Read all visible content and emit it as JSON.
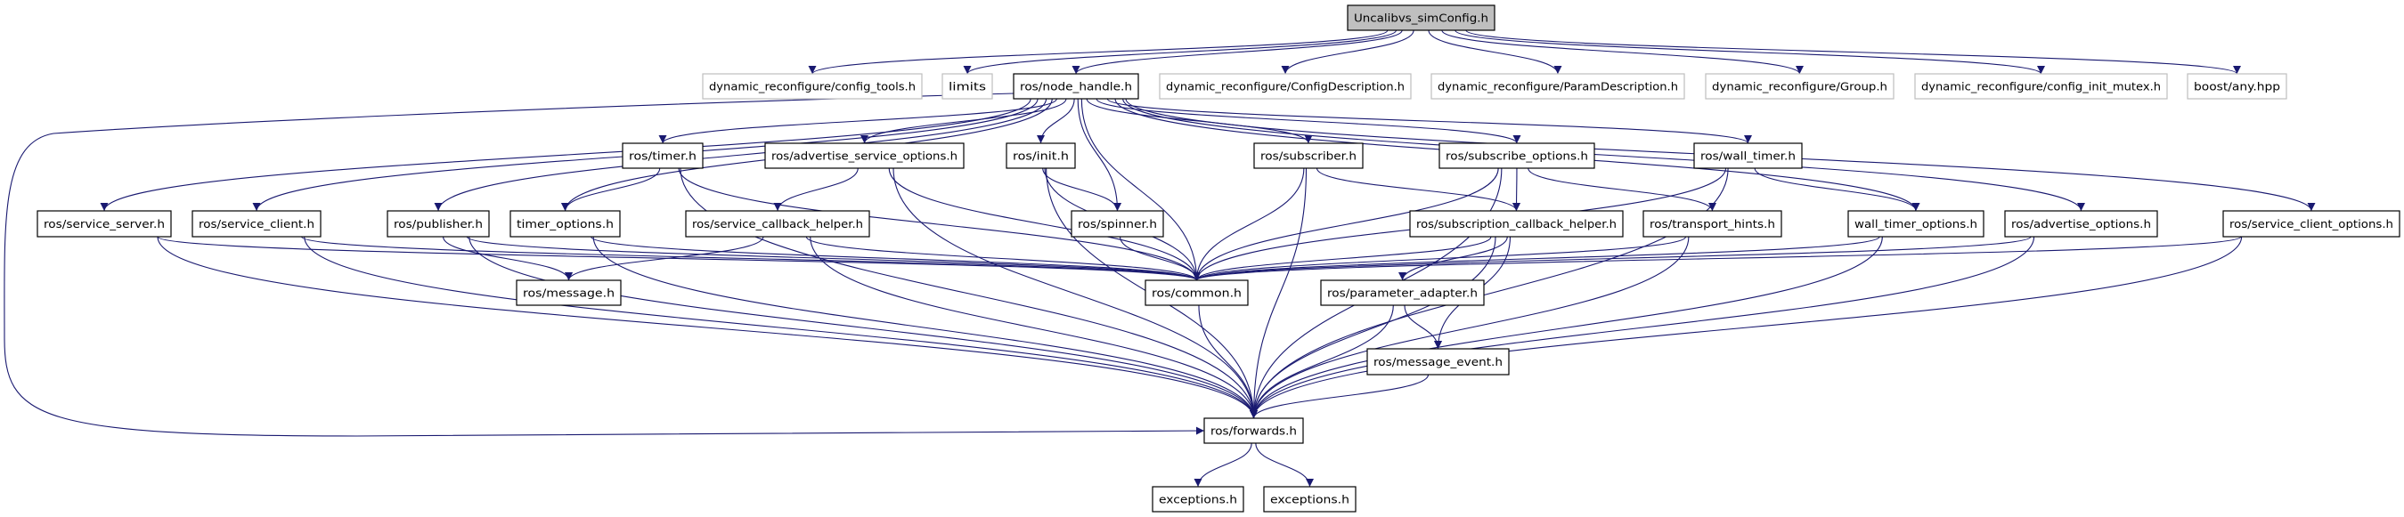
{
  "graph": {
    "type": "include-dependency-graph",
    "edge_color": "#191970",
    "root_fill": "#bfbfbf",
    "nodes": [
      {
        "id": "root",
        "label": "Uncalibvs_simConfig.h",
        "style": "root"
      },
      {
        "id": "config_tools",
        "label": "dynamic_reconfigure/config_tools.h",
        "style": "ext"
      },
      {
        "id": "limits",
        "label": "limits",
        "style": "ext"
      },
      {
        "id": "node_handle",
        "label": "ros/node_handle.h",
        "style": "normal"
      },
      {
        "id": "config_desc",
        "label": "dynamic_reconfigure/ConfigDescription.h",
        "style": "ext"
      },
      {
        "id": "param_desc",
        "label": "dynamic_reconfigure/ParamDescription.h",
        "style": "ext"
      },
      {
        "id": "group",
        "label": "dynamic_reconfigure/Group.h",
        "style": "ext"
      },
      {
        "id": "init_mutex",
        "label": "dynamic_reconfigure/config_init_mutex.h",
        "style": "ext"
      },
      {
        "id": "boost_any",
        "label": "boost/any.hpp",
        "style": "ext"
      },
      {
        "id": "timer",
        "label": "ros/timer.h",
        "style": "normal"
      },
      {
        "id": "adv_srv_opts",
        "label": "ros/advertise_service_options.h",
        "style": "normal"
      },
      {
        "id": "init",
        "label": "ros/init.h",
        "style": "normal"
      },
      {
        "id": "subscriber",
        "label": "ros/subscriber.h",
        "style": "normal"
      },
      {
        "id": "sub_opts",
        "label": "ros/subscribe_options.h",
        "style": "normal"
      },
      {
        "id": "wall_timer",
        "label": "ros/wall_timer.h",
        "style": "normal"
      },
      {
        "id": "srv_server",
        "label": "ros/service_server.h",
        "style": "normal"
      },
      {
        "id": "srv_client",
        "label": "ros/service_client.h",
        "style": "normal"
      },
      {
        "id": "publisher",
        "label": "ros/publisher.h",
        "style": "normal"
      },
      {
        "id": "timer_opts",
        "label": "timer_options.h",
        "style": "normal"
      },
      {
        "id": "srv_cb_helper",
        "label": "ros/service_callback_helper.h",
        "style": "normal"
      },
      {
        "id": "spinner",
        "label": "ros/spinner.h",
        "style": "normal"
      },
      {
        "id": "sub_cb_helper",
        "label": "ros/subscription_callback_helper.h",
        "style": "normal"
      },
      {
        "id": "transport_hints",
        "label": "ros/transport_hints.h",
        "style": "normal"
      },
      {
        "id": "wall_timer_opts",
        "label": "wall_timer_options.h",
        "style": "normal"
      },
      {
        "id": "adv_opts",
        "label": "ros/advertise_options.h",
        "style": "normal"
      },
      {
        "id": "srv_client_opts",
        "label": "ros/service_client_options.h",
        "style": "normal"
      },
      {
        "id": "message",
        "label": "ros/message.h",
        "style": "normal"
      },
      {
        "id": "common",
        "label": "ros/common.h",
        "style": "normal"
      },
      {
        "id": "param_adapter",
        "label": "ros/parameter_adapter.h",
        "style": "normal"
      },
      {
        "id": "message_event",
        "label": "ros/message_event.h",
        "style": "normal"
      },
      {
        "id": "forwards",
        "label": "ros/forwards.h",
        "style": "normal"
      },
      {
        "id": "exceptions1",
        "label": "exceptions.h",
        "style": "normal"
      },
      {
        "id": "exceptions2",
        "label": "exceptions.h",
        "style": "normal"
      }
    ],
    "edges": [
      [
        "root",
        "config_tools"
      ],
      [
        "root",
        "limits"
      ],
      [
        "root",
        "node_handle"
      ],
      [
        "root",
        "config_desc"
      ],
      [
        "root",
        "param_desc"
      ],
      [
        "root",
        "group"
      ],
      [
        "root",
        "init_mutex"
      ],
      [
        "root",
        "boost_any"
      ],
      [
        "node_handle",
        "forwards"
      ],
      [
        "node_handle",
        "srv_server"
      ],
      [
        "node_handle",
        "srv_client"
      ],
      [
        "node_handle",
        "publisher"
      ],
      [
        "node_handle",
        "timer_opts"
      ],
      [
        "node_handle",
        "timer"
      ],
      [
        "node_handle",
        "adv_srv_opts"
      ],
      [
        "node_handle",
        "init"
      ],
      [
        "node_handle",
        "spinner"
      ],
      [
        "node_handle",
        "common"
      ],
      [
        "node_handle",
        "subscriber"
      ],
      [
        "node_handle",
        "sub_opts"
      ],
      [
        "node_handle",
        "wall_timer"
      ],
      [
        "node_handle",
        "wall_timer_opts"
      ],
      [
        "node_handle",
        "adv_opts"
      ],
      [
        "node_handle",
        "srv_client_opts"
      ],
      [
        "timer",
        "timer_opts"
      ],
      [
        "timer",
        "forwards"
      ],
      [
        "timer",
        "common"
      ],
      [
        "adv_srv_opts",
        "srv_cb_helper"
      ],
      [
        "adv_srv_opts",
        "forwards"
      ],
      [
        "adv_srv_opts",
        "common"
      ],
      [
        "init",
        "spinner"
      ],
      [
        "init",
        "common"
      ],
      [
        "init",
        "forwards"
      ],
      [
        "subscriber",
        "common"
      ],
      [
        "subscriber",
        "forwards"
      ],
      [
        "subscriber",
        "sub_cb_helper"
      ],
      [
        "sub_opts",
        "sub_cb_helper"
      ],
      [
        "sub_opts",
        "transport_hints"
      ],
      [
        "sub_opts",
        "common"
      ],
      [
        "sub_opts",
        "forwards"
      ],
      [
        "wall_timer",
        "wall_timer_opts"
      ],
      [
        "wall_timer",
        "common"
      ],
      [
        "wall_timer",
        "forwards"
      ],
      [
        "srv_server",
        "forwards"
      ],
      [
        "srv_server",
        "common"
      ],
      [
        "srv_client",
        "forwards"
      ],
      [
        "srv_client",
        "common"
      ],
      [
        "publisher",
        "message"
      ],
      [
        "publisher",
        "forwards"
      ],
      [
        "publisher",
        "common"
      ],
      [
        "timer_opts",
        "forwards"
      ],
      [
        "timer_opts",
        "common"
      ],
      [
        "srv_cb_helper",
        "message"
      ],
      [
        "srv_cb_helper",
        "forwards"
      ],
      [
        "srv_cb_helper",
        "common"
      ],
      [
        "spinner",
        "common"
      ],
      [
        "sub_cb_helper",
        "param_adapter"
      ],
      [
        "sub_cb_helper",
        "message_event"
      ],
      [
        "sub_cb_helper",
        "forwards"
      ],
      [
        "sub_cb_helper",
        "common"
      ],
      [
        "transport_hints",
        "common"
      ],
      [
        "transport_hints",
        "forwards"
      ],
      [
        "wall_timer_opts",
        "common"
      ],
      [
        "wall_timer_opts",
        "forwards"
      ],
      [
        "adv_opts",
        "common"
      ],
      [
        "adv_opts",
        "forwards"
      ],
      [
        "srv_client_opts",
        "common"
      ],
      [
        "srv_client_opts",
        "forwards"
      ],
      [
        "common",
        "forwards"
      ],
      [
        "param_adapter",
        "message_event"
      ],
      [
        "param_adapter",
        "forwards"
      ],
      [
        "message_event",
        "forwards"
      ],
      [
        "forwards",
        "exceptions1"
      ],
      [
        "forwards",
        "exceptions2"
      ]
    ]
  }
}
